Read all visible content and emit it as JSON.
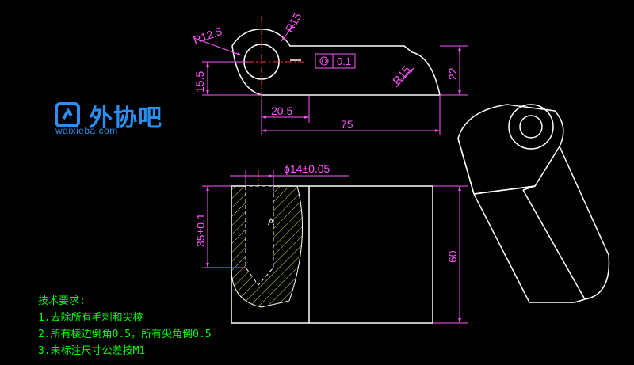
{
  "drawing": {
    "dimensions": {
      "r12_5": "R12.5",
      "r15_top": "R15",
      "r15_right": "R15",
      "concentricity_value": "0.1",
      "height_15_5": "15.5",
      "height_22": "22",
      "len_20_5": "20.5",
      "len_75": "75",
      "dia_14": "ϕ14±0.05",
      "depth_35": "35±0.1",
      "height_60": "60",
      "section_mark": "A"
    },
    "colors": {
      "outline": "#ffffff",
      "dimension": "#ff55ff",
      "centerline": "#ff3333",
      "hatch": "#e8e84a",
      "notes": "#00ff00",
      "logo": "#2a8ff0"
    }
  },
  "logo": {
    "name": "外协吧",
    "url": "waixieba.com"
  },
  "notes": {
    "title": "技术要求:",
    "items": [
      "1.去除所有毛刺和尖棱",
      "2.所有棱边倒角0.5，所有尖角倒0.5",
      "3.未标注尺寸公差按M1"
    ]
  }
}
